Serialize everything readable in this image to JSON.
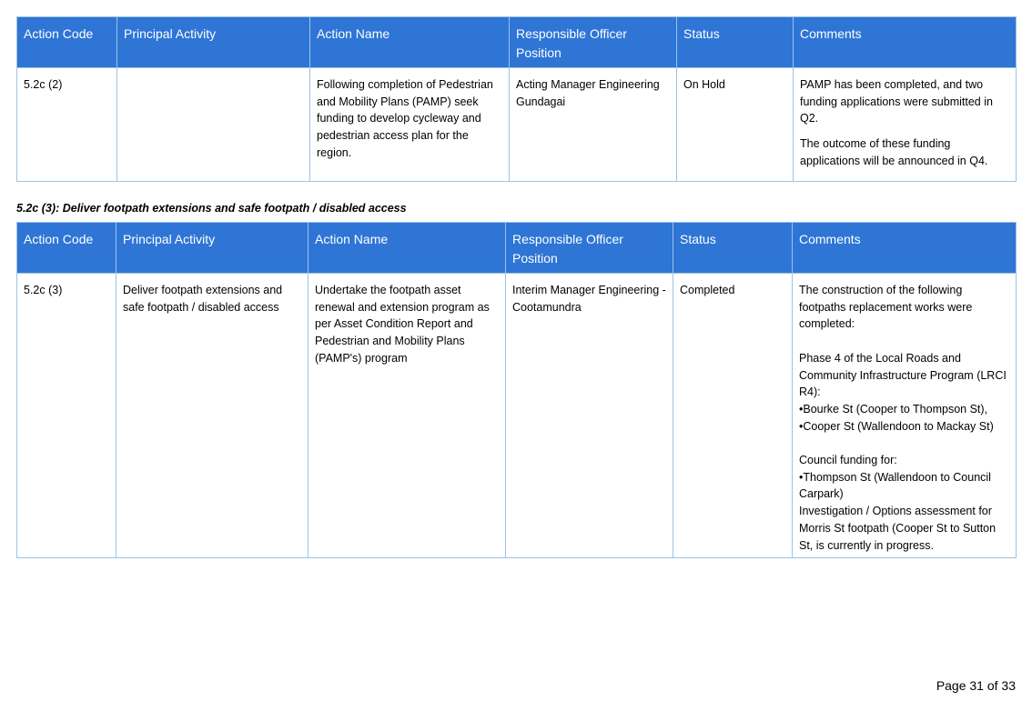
{
  "table1": {
    "headers": [
      "Action Code",
      "Principal Activity",
      "Action Name",
      "Responsible Officer Position",
      "Status",
      "Comments"
    ],
    "row": {
      "action_code": "5.2c (2)",
      "principal_activity": "",
      "action_name": "Following completion of Pedestrian and Mobility Plans (PAMP) seek funding to develop cycleway and pedestrian access plan for the region.",
      "responsible_officer": "Acting Manager Engineering Gundagai",
      "status": "On Hold",
      "comments": [
        "PAMP has been completed, and two funding applications were submitted in Q2.",
        "The outcome of these funding applications will be announced in Q4."
      ]
    }
  },
  "section2": {
    "heading": "5.2c (3): Deliver footpath extensions and safe footpath / disabled access"
  },
  "table2": {
    "headers": [
      "Action Code",
      "Principal Activity",
      "Action Name",
      "Responsible Officer Position",
      "Status",
      "Comments"
    ],
    "row": {
      "action_code": "5.2c (3)",
      "principal_activity": "Deliver footpath extensions and safe footpath / disabled access",
      "action_name": "Undertake the footpath asset renewal and extension program as per Asset Condition Report and Pedestrian and Mobility Plans (PAMP's) program",
      "responsible_officer": "Interim Manager Engineering - Cootamundra",
      "status": "Completed",
      "comment_lines": [
        "The construction of the following footpaths replacement works were completed:",
        "",
        "Phase 4 of the Local Roads and Community Infrastructure Program (LRCI R4):",
        "•Bourke St (Cooper to Thompson St),",
        "•Cooper St (Wallendoon to Mackay St)",
        "",
        "Council funding for:",
        "•Thompson St (Wallendoon to Council Carpark)",
        "Investigation / Options assessment for Morris St footpath (Cooper St to Sutton St, is currently in progress."
      ]
    }
  },
  "footer": {
    "page_number": "Page 31 of 33"
  }
}
